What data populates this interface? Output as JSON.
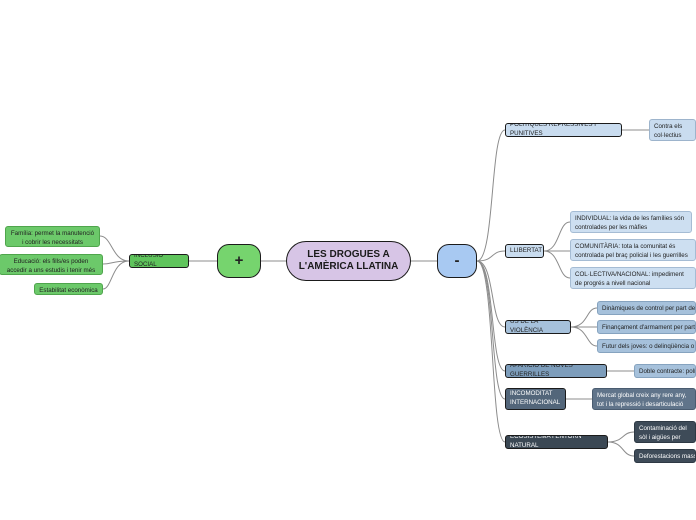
{
  "center": {
    "line1": "LES DROGUES A",
    "line2": "L'AMÈRICA LLATINA"
  },
  "plus": "+",
  "minus": "-",
  "left": {
    "inclusio": "INCLUSIÓ SOCIAL",
    "familia": "Família: permet la manutenció i cobrir les necessitats bàsiques",
    "educacio": "Educació: els fills/es poden accedir a uns estudis i tenir més opcions",
    "estabilitat": "Estabilitat econòmica"
  },
  "right": {
    "politiques": {
      "label": "POLÍTIQUES REPRESSIVES I PUNITIVES",
      "child": "Contra els col·lectius socials més vulnerables"
    },
    "llibertat": {
      "label": "LLIBERTAT",
      "individual": "INDIVIDUAL: la vida de les famílies són controlades per les màfies",
      "comunitaria": "COMUNITÀRIA: tota la comunitat és controlada pel braç policial i les guerrilles",
      "colectiva": "COL·LECTIVA/NACIONAL: impediment de progrés a nivell nacional"
    },
    "violencia": {
      "label": "ÚS DE LA VIOLÈNCIA",
      "c1": "Dinàmiques de control per part de les màfies",
      "c2": "Finançament d'armament per part del narcotràfic",
      "c3": "Futur dels joves: o delinqüència o mort"
    },
    "guerrilles": {
      "label": "APARICIÓ DE NOVES GUERRILLES",
      "child": "Doble contracte: polític i econòmic"
    },
    "incomoditat": {
      "label": "INCOMODITAT INTERNACIONAL",
      "child": "Mercat global creix any rere any, tot i la repressió i desarticulació de xarxes"
    },
    "ecosistema": {
      "label": "ECOSISTEMA I ENTORN NATURAL",
      "c1": "Contaminació del sòl i aigües per productes químics utilitzats",
      "c2": "Deforestacions massives"
    }
  },
  "colors": {
    "green": "#5fc45c",
    "center_purple": "#d7c5e6",
    "minus_blue": "#a8c9f2",
    "line": "#8a8a8a"
  }
}
